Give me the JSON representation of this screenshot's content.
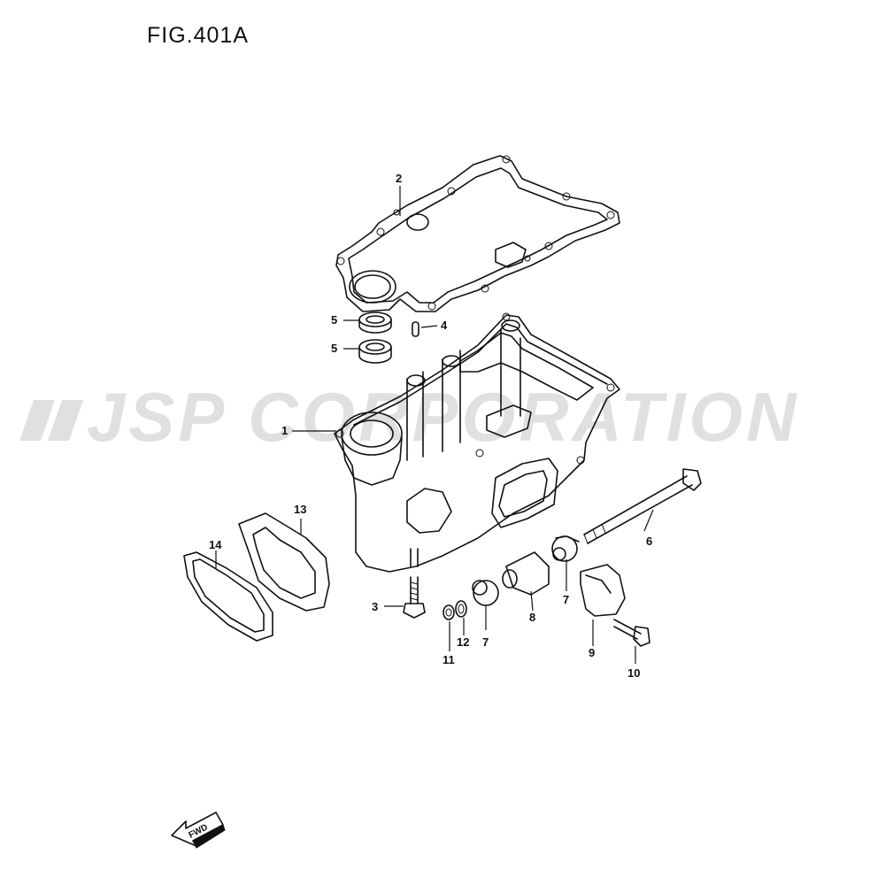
{
  "figure": {
    "title": "FIG.401A"
  },
  "watermark": {
    "text": "JSP CORPORATION"
  },
  "direction": {
    "label": "FWD"
  },
  "callouts": {
    "c1": "1",
    "c2": "2",
    "c3": "3",
    "c4": "4",
    "c5a": "5",
    "c5b": "5",
    "c6": "6",
    "c7a": "7",
    "c7b": "7",
    "c8": "8",
    "c9": "9",
    "c10": "10",
    "c11": "11",
    "c12": "12",
    "c13": "13",
    "c14": "14"
  }
}
